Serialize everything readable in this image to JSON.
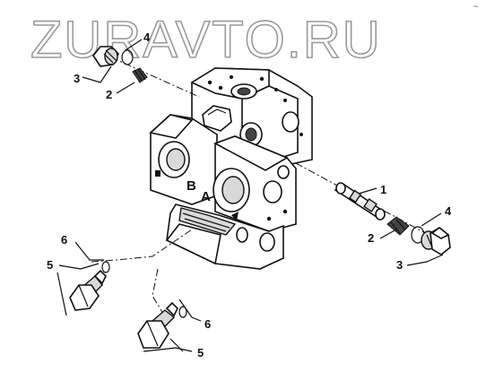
{
  "watermark": "ZURAVTO.RU",
  "corner_mark": "~",
  "valve_labels": {
    "b": "B",
    "a": "A"
  },
  "callouts": {
    "top_left_4": "4",
    "top_left_3": "3",
    "top_left_2": "2",
    "right_1": "1",
    "right_4": "4",
    "right_2": "2",
    "right_3": "3",
    "left_6": "6",
    "left_5": "5",
    "bottom_6": "6",
    "bottom_5": "5"
  }
}
